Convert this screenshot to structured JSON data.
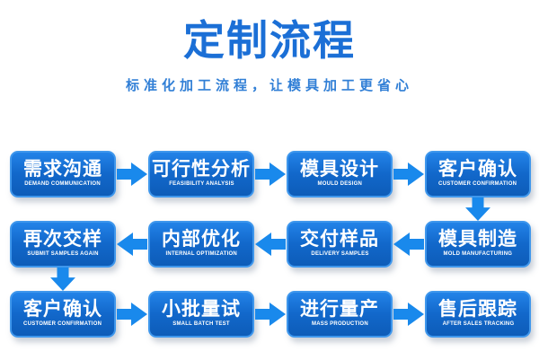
{
  "header": {
    "title": "定制流程",
    "subtitle": "标准化加工流程，让模具加工更省心"
  },
  "colors": {
    "title_blue": "#1b6fd6",
    "subtitle_blue": "#317fd6",
    "box_fill_top": "#2383e8",
    "box_fill_bottom": "#0d5cb8",
    "box_border": "#3f97ec",
    "arrow_blue": "#1989ec",
    "box_text": "#ffffff",
    "background": "#ffffff"
  },
  "flow": {
    "rows": [
      {
        "arrow_direction": "right",
        "steps": [
          {
            "zh": "需求沟通",
            "en": "DEMAND COMMUNICATION"
          },
          {
            "zh": "可行性分析",
            "en": "FEASIBILITY ANALYSIS"
          },
          {
            "zh": "模具设计",
            "en": "MOULD DESIGN"
          },
          {
            "zh": "客户确认",
            "en": "CUSTOMER CONFIRMATION"
          }
        ]
      },
      {
        "arrow_direction": "left",
        "steps": [
          {
            "zh": "再次交样",
            "en": "SUBMIT SAMPLES AGAIN"
          },
          {
            "zh": "内部优化",
            "en": "INTERNAL OPTIMIZATION"
          },
          {
            "zh": "交付样品",
            "en": "DELIVERY SAMPLES"
          },
          {
            "zh": "模具制造",
            "en": "MOLD MANUFACTURING"
          }
        ]
      },
      {
        "arrow_direction": "right",
        "steps": [
          {
            "zh": "客户确认",
            "en": "CUSTOMER CONFIRMATION"
          },
          {
            "zh": "小批量试",
            "en": "SMALL BATCH TEST"
          },
          {
            "zh": "进行量产",
            "en": "MASS PRODUCTION"
          },
          {
            "zh": "售后跟踪",
            "en": "AFTER SALES TRACKING"
          }
        ]
      }
    ],
    "connectors": {
      "right_side_down_arrow": "between row 1 col 4 and row 2 col 4",
      "left_side_down_arrow": "between row 2 col 1 and row 3 col 1"
    }
  }
}
